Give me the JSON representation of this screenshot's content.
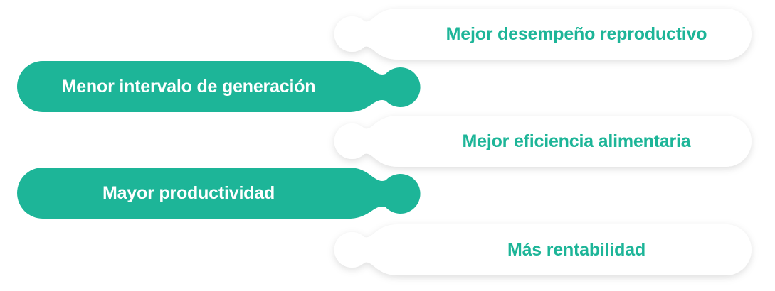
{
  "colors": {
    "accent": "#1db598",
    "light_pill": "#ffffff",
    "light_pill_text": "#1db598",
    "green_pill_text": "#ffffff"
  },
  "items": [
    {
      "label": "Mejor desempeño reproductivo",
      "style": "light"
    },
    {
      "label": "Menor intervalo de generación",
      "style": "green"
    },
    {
      "label": "Mejor eficiencia alimentaria",
      "style": "light"
    },
    {
      "label": "Mayor productividad",
      "style": "green"
    },
    {
      "label": "Más rentabilidad",
      "style": "light"
    }
  ]
}
